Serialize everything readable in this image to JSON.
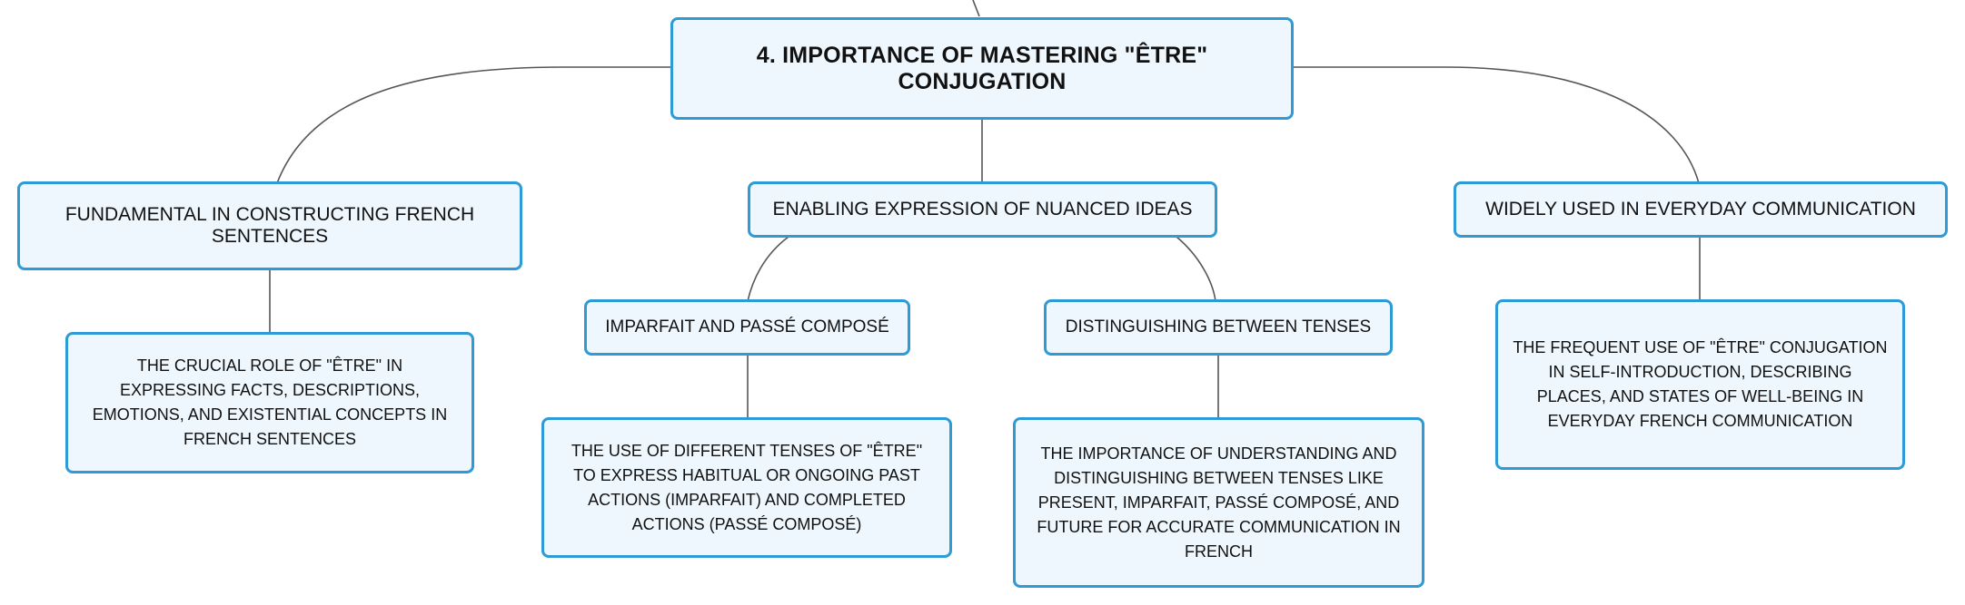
{
  "root": {
    "label": "4. IMPORTANCE OF MASTERING \"ÊTRE\" CONJUGATION"
  },
  "branches": [
    {
      "label": "FUNDAMENTAL IN CONSTRUCTING FRENCH SENTENCES",
      "detail": "THE CRUCIAL ROLE OF \"ÊTRE\" IN EXPRESSING FACTS, DESCRIPTIONS, EMOTIONS, AND EXISTENTIAL CONCEPTS IN FRENCH SENTENCES"
    },
    {
      "label": "ENABLING EXPRESSION OF NUANCED IDEAS",
      "children": [
        {
          "label": "IMPARFAIT AND PASSÉ COMPOSÉ",
          "detail": "THE USE OF DIFFERENT TENSES OF \"ÊTRE\" TO EXPRESS HABITUAL OR ONGOING PAST ACTIONS (IMPARFAIT) AND COMPLETED ACTIONS (PASSÉ COMPOSÉ)"
        },
        {
          "label": "DISTINGUISHING BETWEEN TENSES",
          "detail": "THE IMPORTANCE OF UNDERSTANDING AND DISTINGUISHING BETWEEN TENSES LIKE PRESENT, IMPARFAIT, PASSÉ COMPOSÉ, AND FUTURE FOR ACCURATE COMMUNICATION IN FRENCH"
        }
      ]
    },
    {
      "label": "WIDELY USED IN EVERYDAY COMMUNICATION",
      "detail": "THE FREQUENT USE OF \"ÊTRE\" CONJUGATION IN SELF-INTRODUCTION, DESCRIBING PLACES, AND STATES OF WELL-BEING IN EVERYDAY FRENCH COMMUNICATION"
    }
  ],
  "colors": {
    "node_border": "#2e9bd6",
    "node_fill": "#eef7fd",
    "connector": "#555555",
    "text": "#111111"
  }
}
